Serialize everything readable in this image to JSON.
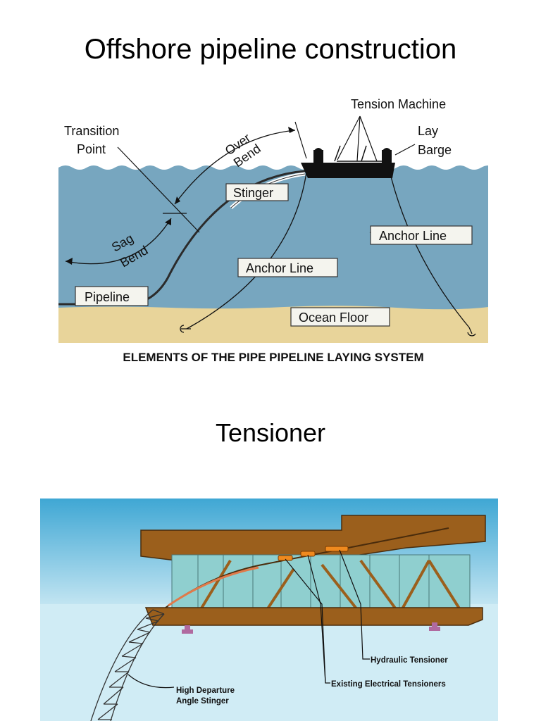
{
  "titles": {
    "top": "Offshore pipeline construction",
    "bottom": "Tensioner"
  },
  "laying_diagram": {
    "caption": "ELEMENTS OF THE PIPE PIPELINE LAYING SYSTEM",
    "labels": {
      "tension_machine": "Tension Machine",
      "lay": "Lay",
      "barge": "Barge",
      "transition": "Transition",
      "point": "Point",
      "over": "Over",
      "bend_over": "Bend",
      "stinger": "Stinger",
      "anchor_line_right": "Anchor Line",
      "sag": "Sag",
      "bend_sag": "Bend",
      "anchor_line_center": "Anchor Line",
      "pipeline": "Pipeline",
      "ocean_floor": "Ocean Floor"
    },
    "colors": {
      "water": "#77a6bf",
      "sky": "#ffffff",
      "sand": "#e8d49a",
      "label_fill": "#f4f4ee",
      "barge": "#111111"
    }
  },
  "tensioner_diagram": {
    "labels": {
      "hydraulic": "Hydraulic Tensioner",
      "electrical": "Existing Electrical Tensioners",
      "stinger_line1": "High Departure",
      "stinger_line2": "Angle Stinger"
    },
    "colors": {
      "sky_top": "#3fa7d4",
      "sky_bottom": "#d6eef6",
      "deck": "#9b5f1c",
      "truss": "#8fcfcf",
      "tensioner": "#f08a1e"
    }
  }
}
